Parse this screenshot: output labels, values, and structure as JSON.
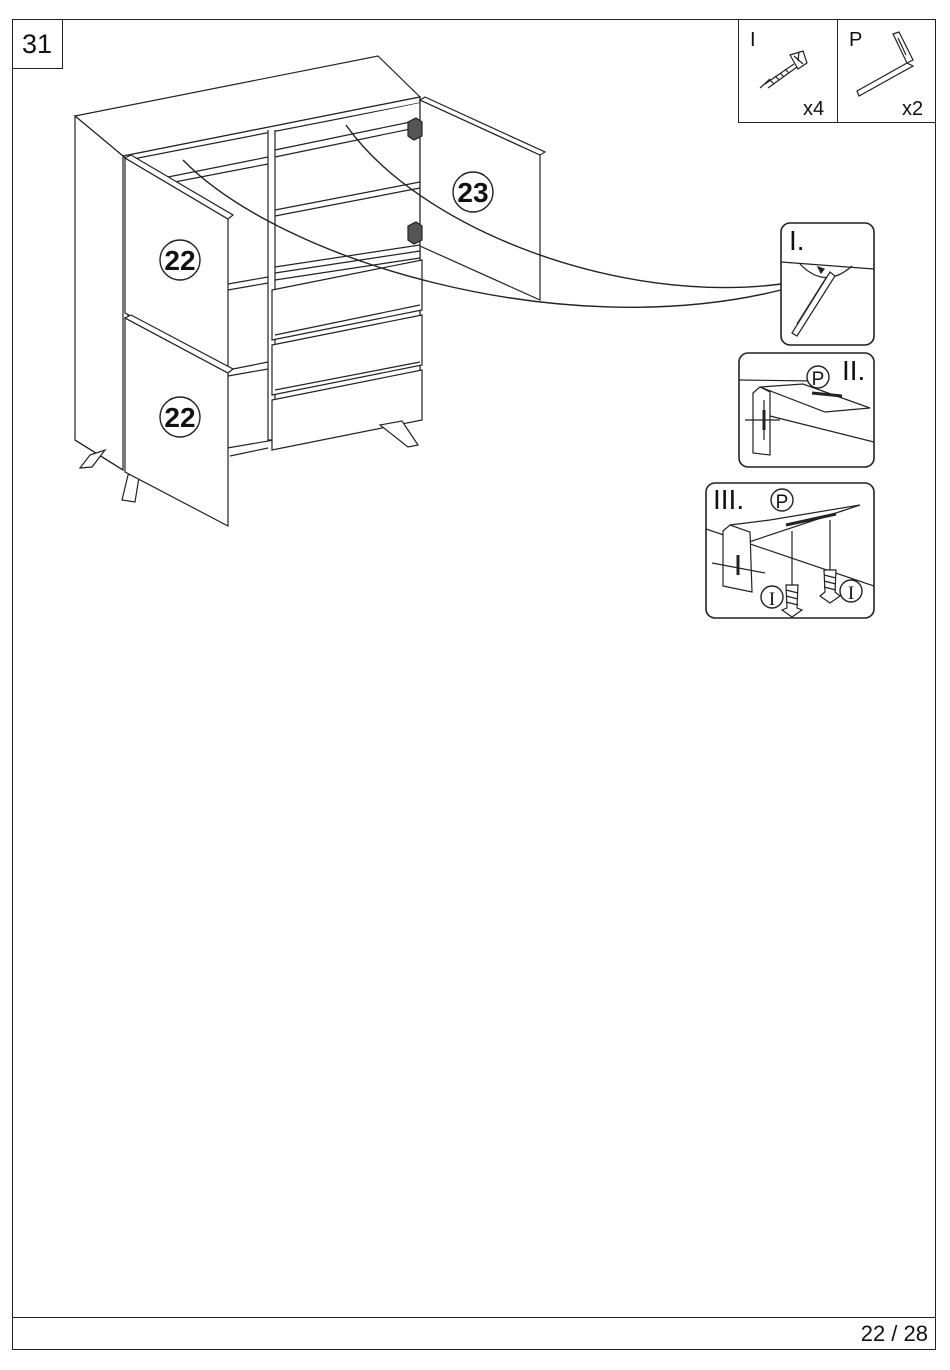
{
  "step": {
    "number": "31"
  },
  "parts": [
    {
      "code": "I",
      "icon": "screw-icon",
      "quantity": "x4"
    },
    {
      "code": "P",
      "icon": "angle-bracket-icon",
      "quantity": "x2"
    }
  ],
  "panels": {
    "left_upper_door": "22",
    "left_lower_door": "22",
    "right_door": "23"
  },
  "details": [
    {
      "label": "I."
    },
    {
      "label": "II.",
      "part_code": "P"
    },
    {
      "label": "III.",
      "part_code": "P",
      "screw_codes": [
        "I",
        "I"
      ]
    }
  ],
  "page": {
    "current": "22",
    "separator": "/",
    "total": "28",
    "text": "22 / 28"
  }
}
